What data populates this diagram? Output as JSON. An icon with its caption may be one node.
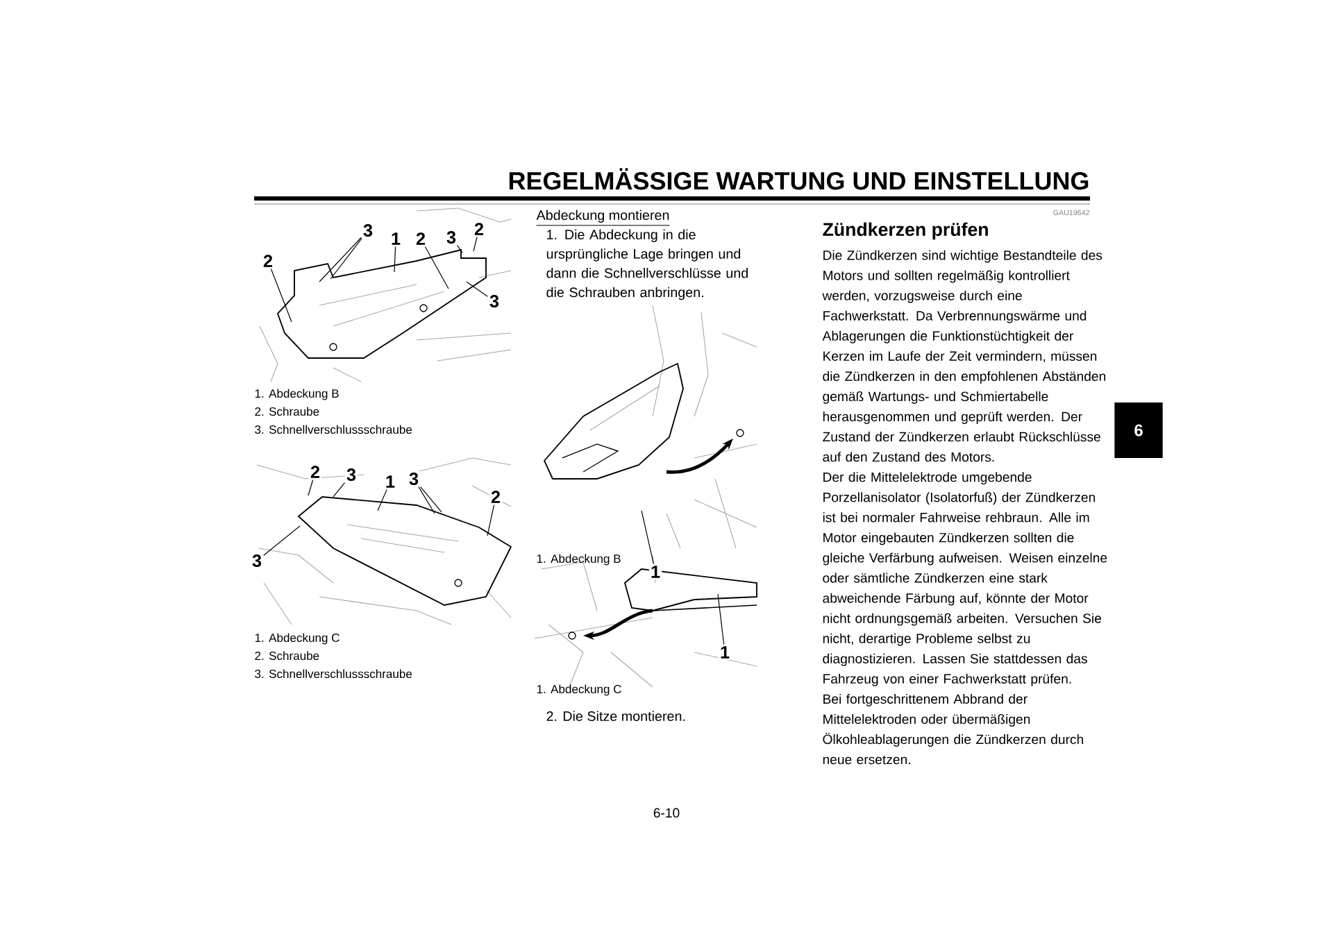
{
  "diagram": {
    "title": "REGELMÄSSIGE WARTUNG UND EINSTELLUNG",
    "nodes": [
      {
        "text": [
          "3"
        ]
      },
      {
        "text": [
          "1"
        ]
      },
      {
        "text": [
          "2"
        ]
      },
      {
        "text": [
          "3"
        ]
      },
      {
        "text": [
          "2"
        ]
      },
      {
        "text": [
          "2"
        ]
      },
      {
        "text": [
          "3"
        ]
      },
      {
        "text": [
          "2"
        ]
      },
      {
        "text": [
          "3"
        ]
      },
      {
        "text": [
          "1"
        ]
      },
      {
        "text": [
          "3"
        ]
      },
      {
        "text": [
          "2"
        ]
      },
      {
        "text": [
          "3"
        ]
      },
      {
        "text": [
          "1"
        ]
      },
      {
        "text": [
          "1"
        ]
      },
      {
        "text": [
          "6"
        ]
      }
    ],
    "edges": [
      {
        "from": 0,
        "to": null,
        "arrow": "none"
      },
      {
        "from": 0,
        "to": null,
        "arrow": "none"
      },
      {
        "from": 1,
        "to": null,
        "arrow": "none"
      },
      {
        "from": 2,
        "to": null,
        "arrow": "none"
      },
      {
        "from": 3,
        "to": null,
        "arrow": "none"
      },
      {
        "from": 4,
        "to": null,
        "arrow": "none"
      },
      {
        "from": 5,
        "to": null,
        "arrow": "none"
      },
      {
        "from": 6,
        "to": null,
        "arrow": "none"
      },
      {
        "from": 7,
        "to": null,
        "arrow": "none"
      },
      {
        "from": 8,
        "to": null,
        "arrow": "none"
      },
      {
        "from": 9,
        "to": null,
        "arrow": "none"
      },
      {
        "from": 10,
        "to": null,
        "arrow": "none"
      },
      {
        "from": 10,
        "to": null,
        "arrow": "none"
      },
      {
        "from": 11,
        "to": null,
        "arrow": "none"
      },
      {
        "from": 12,
        "to": null,
        "arrow": "none"
      },
      {
        "from": 13,
        "to": null,
        "arrow": "none"
      },
      {
        "from": 14,
        "to": null,
        "arrow": "none"
      }
    ],
    "labels": [
      "1. Abdeckung B",
      "2. Schraube",
      "3. Schnellverschlussschraube",
      "1. Abdeckung C",
      "2. Schraube",
      "3. Schnellverschlussschraube",
      "Abdeckung montieren",
      "1. Die Abdeckung in die ursprüngliche Lage bringen und dann die Schnellverschlüsse und die Schrauben anbringen.",
      "1. Abdeckung B",
      "1. Abdeckung C",
      "2. Die Sitze montieren.",
      "GAU19642",
      "Zündkerzen prüfen",
      "Die Zündkerzen sind wichtige Bestandteile des Motors und sollten regelmäßig kontrolliert werden, vorzugsweise durch eine Fachwerkstatt. Da Verbrennungswärme und Ablagerungen die Funktionstüchtigkeit der Kerzen im Laufe der Zeit vermindern, müssen die Zündkerzen in den empfohlenen Abständen gemäß Wartungs- und Schmiertabelle herausgenommen und geprüft werden. Der Zustand der Zündkerzen erlaubt Rückschlüsse auf den Zustand des Motors.",
      "Der die Mittelelektrode umgebende Porzellanisolator (Isolatorfuß) der Zündkerzen ist bei normaler Fahrweise rehbraun. Alle im Motor eingebauten Zündkerzen sollten die gleiche Verfärbung aufweisen. Weisen einzelne oder sämtliche Zündkerzen eine stark abweichende Färbung auf, könnte der Motor nicht ordnungsgemäß arbeiten. Versuchen Sie nicht, derartige Probleme selbst zu diagnostizieren. Lassen Sie stattdessen das Fahrzeug von einer Fachwerkstatt prüfen.",
      "Bei fortgeschrittenem Abbrand der Mittelelektroden oder übermäßigen Ölkohleablagerungen die Zündkerzen durch neue ersetzen.",
      "6-10"
    ]
  }
}
